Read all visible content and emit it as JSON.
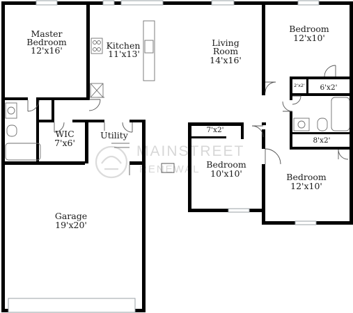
{
  "rooms": [
    {
      "id": "master-bedroom",
      "name_lines": [
        "Master",
        "Bedroom"
      ],
      "dim": "12'x16'"
    },
    {
      "id": "kitchen",
      "name_lines": [
        "Kitchen"
      ],
      "dim": "11'x13'"
    },
    {
      "id": "living-room",
      "name_lines": [
        "Living",
        "Room"
      ],
      "dim": "14'x16'"
    },
    {
      "id": "bedroom-ne",
      "name_lines": [
        "Bedroom"
      ],
      "dim": "12'x10'"
    },
    {
      "id": "wic",
      "name_lines": [
        "WIC"
      ],
      "dim": "7'x6'"
    },
    {
      "id": "utility",
      "name_lines": [
        "Utility"
      ],
      "dim": ""
    },
    {
      "id": "bedroom-center",
      "name_lines": [
        "Bedroom"
      ],
      "dim": "10'x10'"
    },
    {
      "id": "bedroom-se",
      "name_lines": [
        "Bedroom"
      ],
      "dim": "12'x10'"
    },
    {
      "id": "garage",
      "name_lines": [
        "Garage"
      ],
      "dim": "19'x20'"
    }
  ],
  "closets": [
    {
      "id": "closet-2x2",
      "label": "2'x2'"
    },
    {
      "id": "closet-6x2",
      "label": "6'x2'"
    },
    {
      "id": "closet-7x2",
      "label": "7'x2'"
    },
    {
      "id": "closet-8x2",
      "label": "8'x2'"
    }
  ],
  "watermark": {
    "line1": "MAINSTREET",
    "line2": "RENEWAL"
  },
  "colors": {
    "wall": "#000000",
    "window": "#9aa0a6",
    "fixture": "#6f6f6f",
    "background": "#ffffff"
  }
}
